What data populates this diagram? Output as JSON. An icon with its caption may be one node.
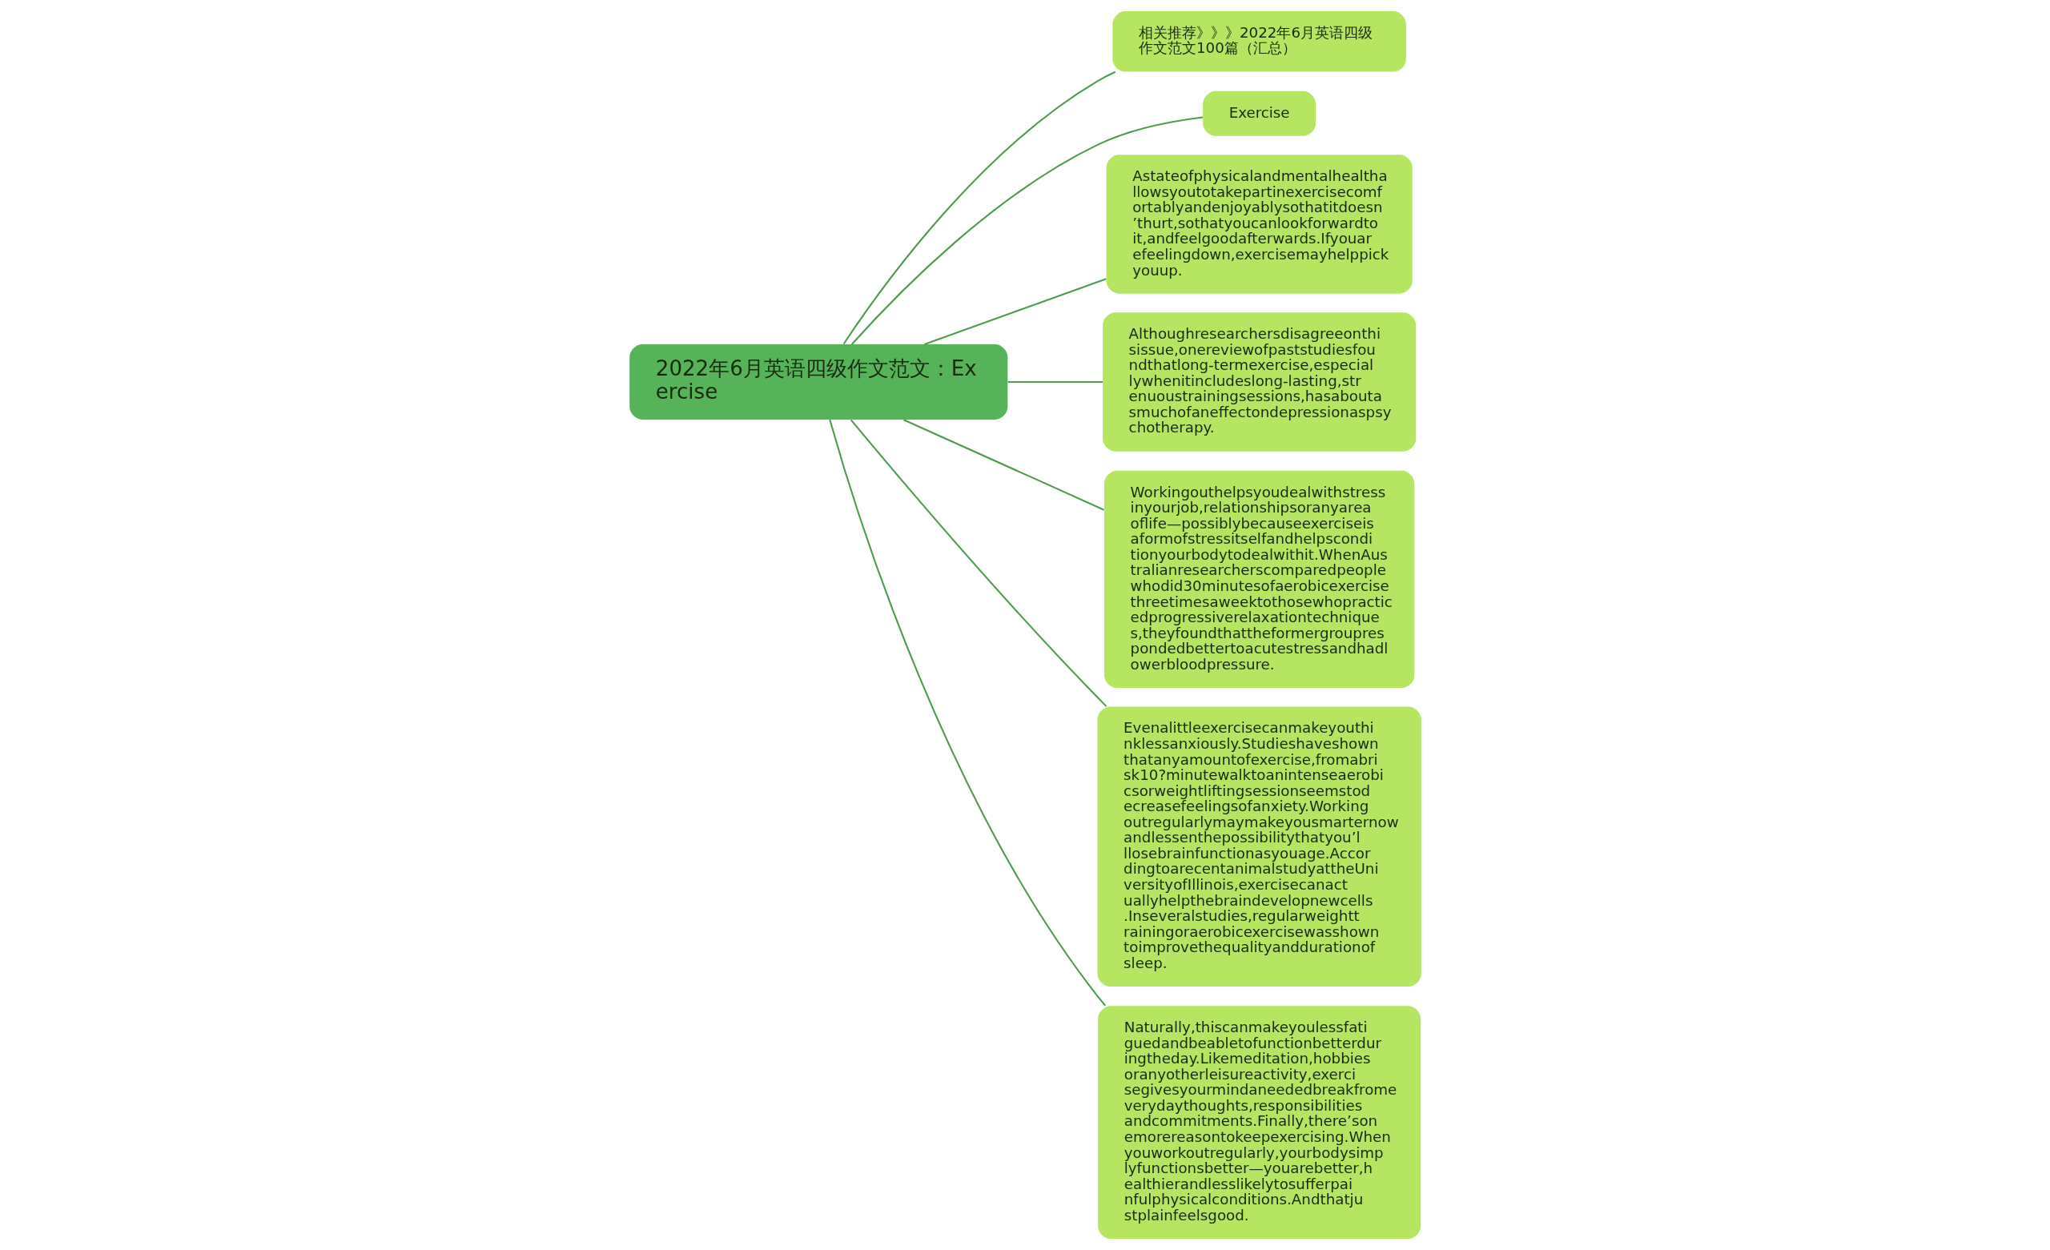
{
  "diagram": {
    "nodes": [
      {
        "text": [
          "2022年6月英语四级作文范文：Exercise"
        ]
      },
      {
        "text": [
          "相关推荐》》》2022年6月英语四级作文范文100篇（汇总）"
        ]
      },
      {
        "text": [
          "Exercise"
        ]
      },
      {
        "text": [
          "Astateofphysicalandmentalhealthallowsyoutotakepartinexercisecomfortablyandenjoyablysothatitdoesn’thurt,sothatyoucanlookforwardtoit,andfeelgoodafterwards.Ifyouarefeelingdown,exercisemayhelppickyouup."
        ]
      },
      {
        "text": [
          "Althoughresearchersdisagreeonthisissue,onereviewofpaststudiesfoundthatlong-termexercise,especiallywhenitincludeslong-lasting,strenuoustrainingsessions,hasaboutasmuchofaneffectondepressionaspsychotherapy."
        ]
      },
      {
        "text": [
          "Workingouthelpsyoudealwithstressinyourjob,relationshipsoranyareaoflife—possiblybecauseexerciseisaformofstressitselfandhelpsconditionyourbodytodealwithit.WhenAustralianresearcherscomparedpeoplewhodid30minutesofaerobicexercisethreetimesaweektothosewhopracticedprogressiverelaxationtechniques,theyfoundthattheformergrouprespondedbettertoacutestressandhadlowerbloodpressure."
        ]
      },
      {
        "text": [
          "Evenalittleexercisecanmakeyouthinklessanxiously.Studieshaveshownthatanyamountofexercise,fromabrisk10?minutewalktoanintenseaerobicsorweightliftingsessionseemstodecreasefeelingsofanxiety.Workingoutregularlymaymakeyousmarternowandlessenthepossibilitythatyou’lllosebrainfunctionasyouage.AccordingtoarecentanimalstudyattheUniversityofIllinois,exercisecanactuallyhelpthebraindevelopnewcells.Inseveralstudies,regularweighttrainingoraerobicexercisewasshowntoimprovethequalityanddurationofsleep."
        ]
      },
      {
        "text": [
          "Naturally,thiscanmakeyoulessfatiguedandbeabletofunctionbetterduringtheday.Likemeditation,hobbiesoranyotherleisureactivity,exercisegivesyourmindaneededbreakfromeverydaythoughts,responsibilitiesandcommitments.Finally,there’sonemorereasontokeepexercising.Whenyouworkoutregularly,yourbodysimplyfunctionsbetter—youarebetter,healthierandlesslikelytosufferpainfulphysicalconditions.Andthatjustplainfeelsgood."
        ]
      }
    ],
    "edges": [
      {
        "from": 0,
        "to": 1,
        "arrow": "none"
      },
      {
        "from": 0,
        "to": 2,
        "arrow": "none"
      },
      {
        "from": 0,
        "to": 3,
        "arrow": "none"
      },
      {
        "from": 0,
        "to": 4,
        "arrow": "none"
      },
      {
        "from": 0,
        "to": 5,
        "arrow": "none"
      },
      {
        "from": 0,
        "to": 6,
        "arrow": "none"
      },
      {
        "from": 0,
        "to": 7,
        "arrow": "none"
      }
    ]
  }
}
